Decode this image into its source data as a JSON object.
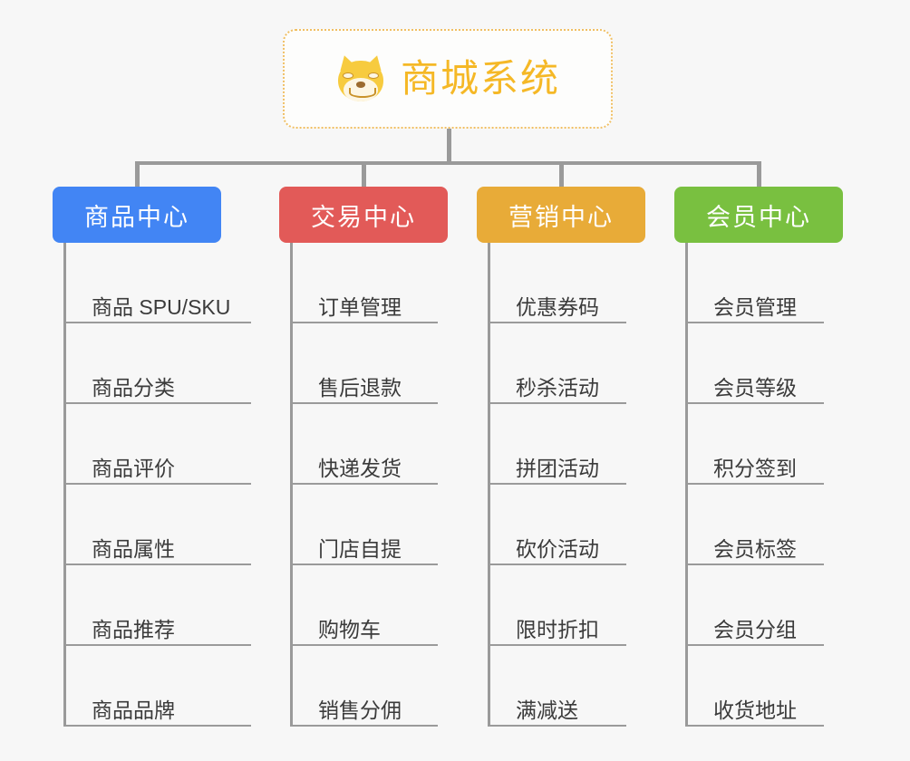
{
  "background_color": "#f7f7f7",
  "root": {
    "title": "商城系统",
    "icon": "shiba-dog-face-emoji",
    "text_color": "#f5b826",
    "border_color": "#f0bf63",
    "background": "#fdfdfc"
  },
  "branches": [
    {
      "label": "商品中心",
      "color": "#4285f4",
      "items": [
        "商品 SPU/SKU",
        "商品分类",
        "商品评价",
        "商品属性",
        "商品推荐",
        "商品品牌"
      ]
    },
    {
      "label": "交易中心",
      "color": "#e25a58",
      "items": [
        "订单管理",
        "售后退款",
        "快递发货",
        "门店自提",
        "购物车",
        "销售分佣"
      ]
    },
    {
      "label": "营销中心",
      "color": "#e8ab38",
      "items": [
        "优惠券码",
        "秒杀活动",
        "拼团活动",
        "砍价活动",
        "限时折扣",
        "满减送"
      ]
    },
    {
      "label": "会员中心",
      "color": "#79c040",
      "items": [
        "会员管理",
        "会员等级",
        "积分签到",
        "会员标签",
        "会员分组",
        "收货地址"
      ]
    }
  ],
  "connector_color": "#9a9a9a",
  "leaf_text_color": "#3b3b3b"
}
